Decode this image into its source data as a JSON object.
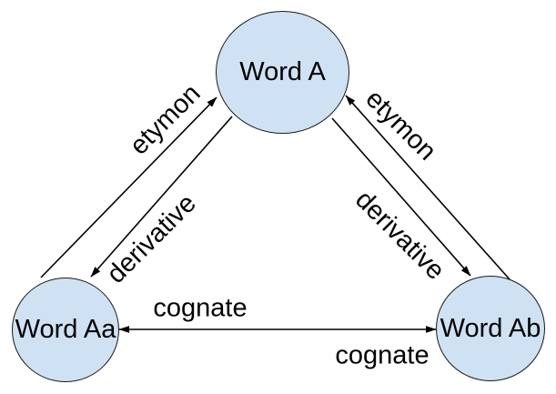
{
  "diagram": {
    "type": "graph",
    "nodes": [
      {
        "id": "word-a",
        "label": "Word A"
      },
      {
        "id": "word-aa",
        "label": "Word Aa"
      },
      {
        "id": "word-ab",
        "label": "Word Ab"
      }
    ],
    "edges": [
      {
        "from": "Word Aa",
        "to": "Word A",
        "label": "etymon",
        "arrowhead": "at Word A"
      },
      {
        "from": "Word A",
        "to": "Word Aa",
        "label": "derivative",
        "arrowhead": "at Word Aa"
      },
      {
        "from": "Word Ab",
        "to": "Word A",
        "label": "etymon",
        "arrowhead": "at Word A"
      },
      {
        "from": "Word A",
        "to": "Word Ab",
        "label": "derivative",
        "arrowhead": "at Word Ab"
      },
      {
        "from": "Word Aa",
        "to": "Word Ab",
        "label": "cognate",
        "arrowhead": "both ends"
      },
      {
        "from": "Word Ab",
        "to": "Word Aa",
        "label": "cognate",
        "arrowhead": "both ends"
      }
    ],
    "colors": {
      "node_fill": "#CFE2F3",
      "node_border": "#1a1a1a",
      "edge_color": "#000000",
      "text_color": "#000000",
      "background": "#ffffff"
    }
  }
}
